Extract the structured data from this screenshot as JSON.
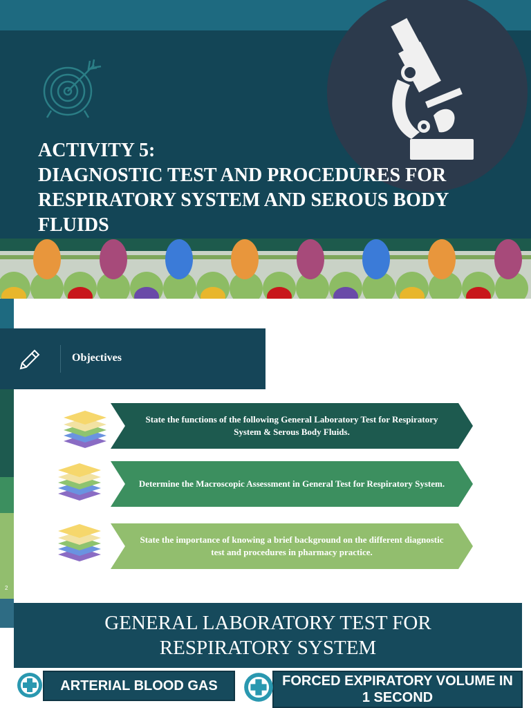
{
  "slide1": {
    "title_lines": [
      "ACTIVITY 5:",
      "DIAGNOSTIC TEST AND PROCEDURES FOR",
      "RESPIRATORY SYSTEM AND SEROUS BODY",
      "FLUIDS"
    ],
    "icons": [
      "target-icon",
      "microscope-icon"
    ],
    "colors": {
      "background": "#134556",
      "circle": "#2c3a4c",
      "icon": "#f2f2f2"
    }
  },
  "slide2": {
    "header_label": "Objectives",
    "objectives": [
      {
        "text": "State the functions of the following General Laboratory Test for Respiratory System & Serous Body Fluids.",
        "color": "#1d5a4f"
      },
      {
        "text": "Determine the Macroscopic Assessment in General Test for Respiratory System.",
        "color": "#3c8f5f"
      },
      {
        "text": "State the importance of knowing a brief background on the different diagnostic test and procedures in pharmacy practice.",
        "color": "#92be6e"
      }
    ],
    "page_number": "2",
    "icons": [
      "pencil-icon",
      "layers-icon"
    ]
  },
  "slide3": {
    "title_lines": [
      "GENERAL LABORATORY TEST FOR",
      "RESPIRATORY SYSTEM"
    ],
    "tests": [
      {
        "label": "ARTERIAL BLOOD GAS"
      },
      {
        "label": "FORCED EXPIRATORY VOLUME IN 1 SECOND"
      }
    ],
    "icons": [
      "medical-cross-icon"
    ]
  }
}
